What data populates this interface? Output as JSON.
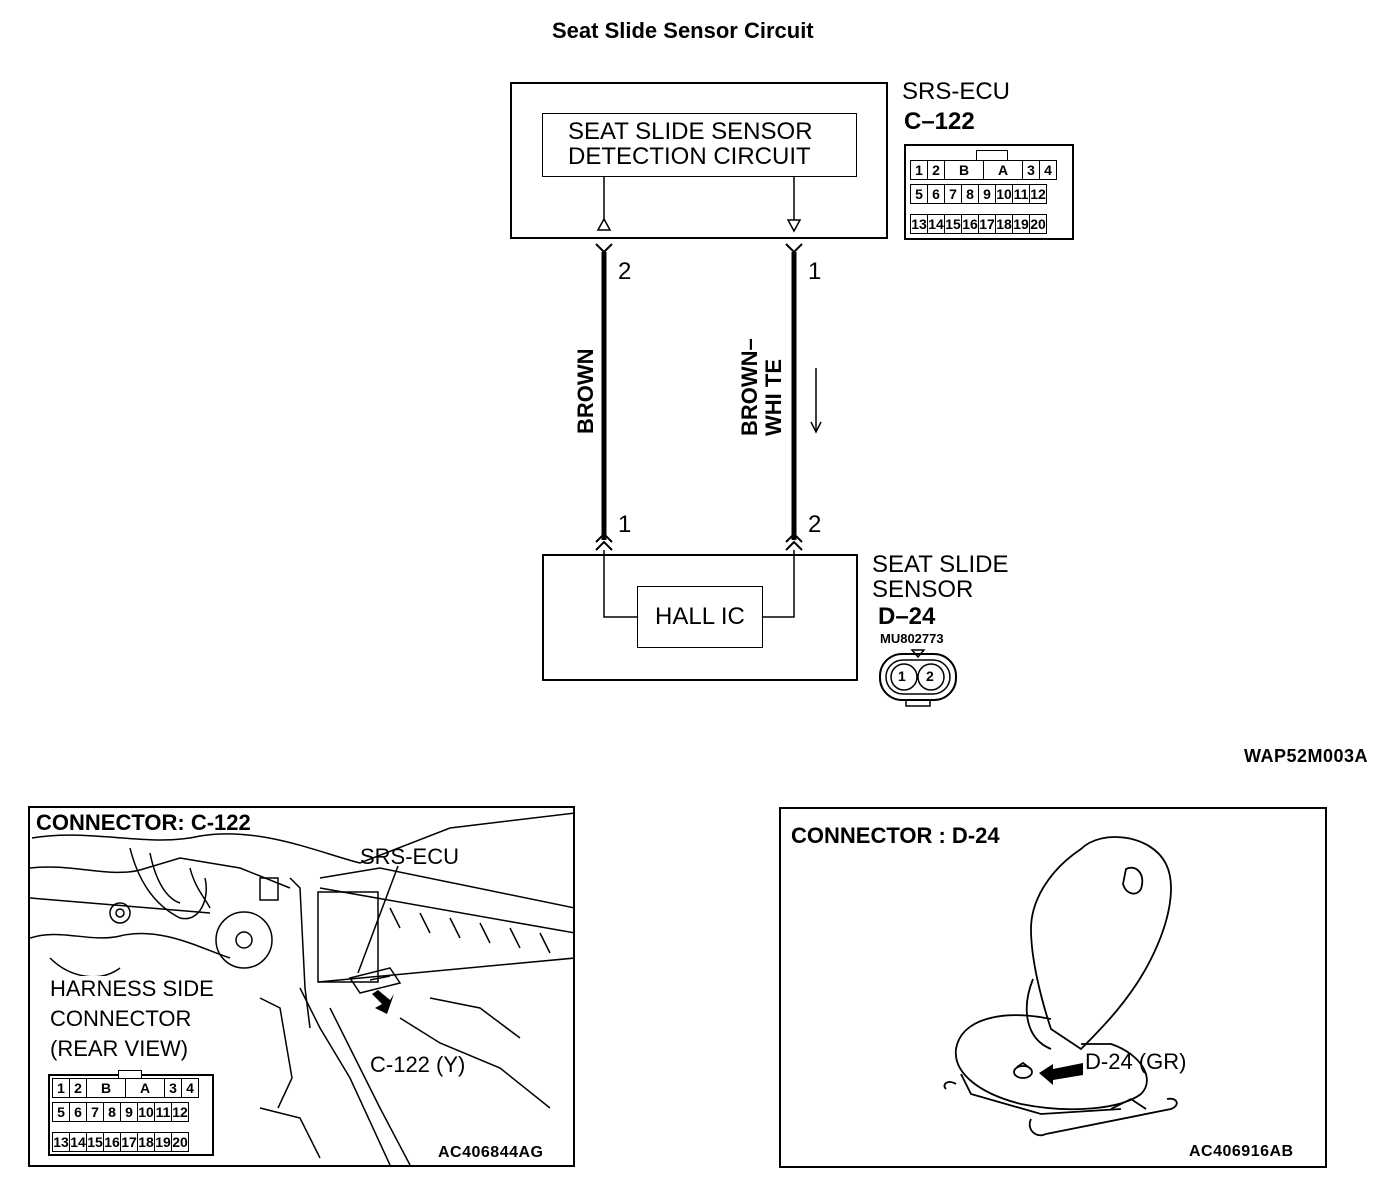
{
  "title": "Seat Slide Sensor Circuit",
  "ecu": {
    "name": "SRS-ECU",
    "connector": "C–122",
    "detection_circuit": [
      "SEAT SLIDE SENSOR",
      "DETECTION CIRCUIT"
    ],
    "pins": [
      "2",
      "1"
    ],
    "connector_pins": {
      "row1": [
        "1",
        "2",
        "B",
        "A",
        "3",
        "4"
      ],
      "row2": [
        "5",
        "6",
        "7",
        "8",
        "9",
        "10",
        "11",
        "12"
      ],
      "row3": [
        "13",
        "14",
        "15",
        "16",
        "17",
        "18",
        "19",
        "20"
      ]
    }
  },
  "wires": [
    {
      "color": "BROWN"
    },
    {
      "color_line1": "BROWN–",
      "color_line2": "WHI TE"
    }
  ],
  "sensor": {
    "name_line1": "SEAT SLIDE",
    "name_line2": "SENSOR",
    "connector": "D–24",
    "part_no": "MU802773",
    "ic": "HALL IC",
    "pins": [
      "1",
      "2"
    ],
    "connector_pins": [
      "1",
      "2"
    ]
  },
  "diagram_code": "WAP52M003A",
  "panel_left": {
    "title": "CONNECTOR: C-122",
    "ecu_label": "SRS-ECU",
    "harness_label": [
      "HARNESS SIDE",
      "CONNECTOR",
      "(REAR VIEW)"
    ],
    "callout": "C-122 (Y)",
    "code": "AC406844AG",
    "connector_pins": {
      "row1": [
        "1",
        "2",
        "B",
        "A",
        "3",
        "4"
      ],
      "row2": [
        "5",
        "6",
        "7",
        "8",
        "9",
        "10",
        "11",
        "12"
      ],
      "row3": [
        "13",
        "14",
        "15",
        "16",
        "17",
        "18",
        "19",
        "20"
      ]
    }
  },
  "panel_right": {
    "title": "CONNECTOR : D-24",
    "callout": "D-24 (GR)",
    "code": "AC406916AB"
  }
}
